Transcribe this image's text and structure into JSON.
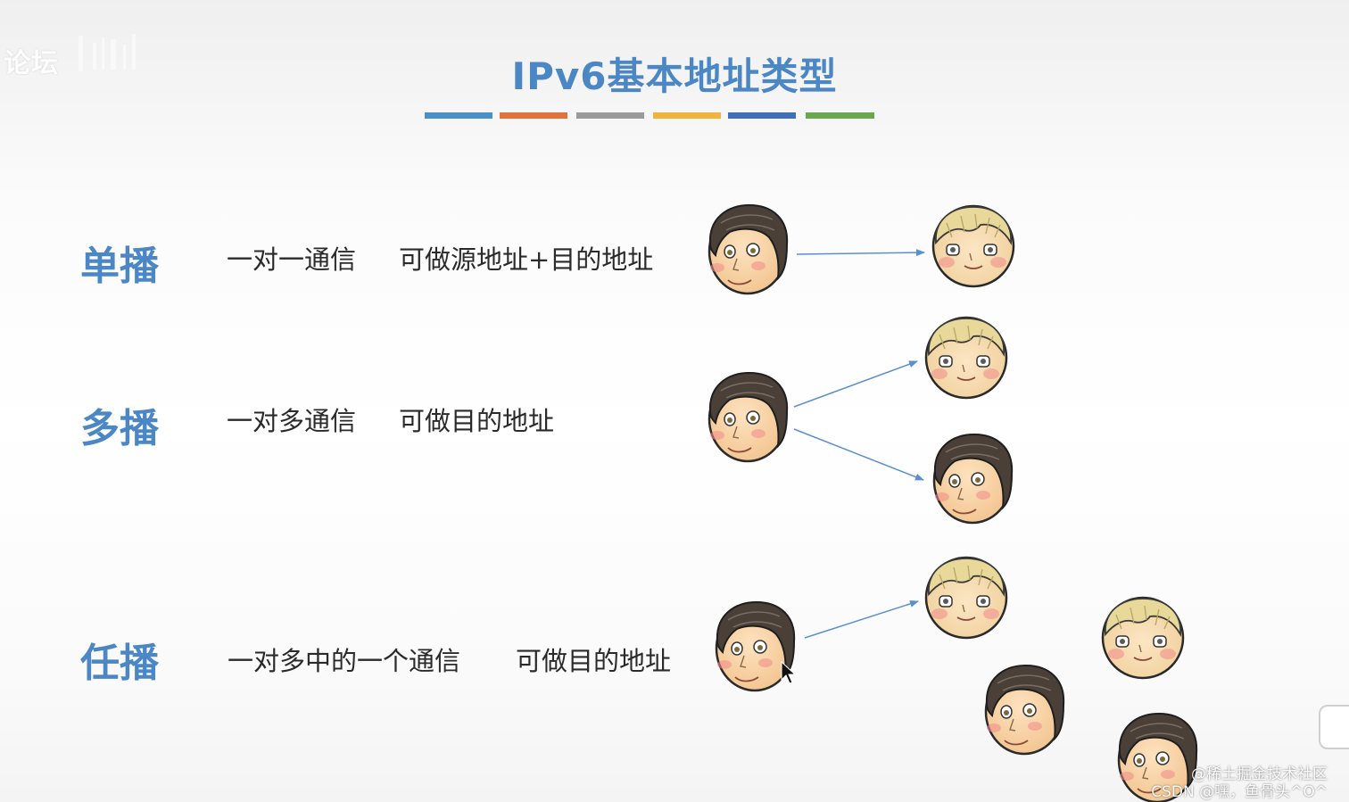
{
  "brand": {
    "text": "论坛"
  },
  "title": "IPv6基本地址类型",
  "title_bar_colors": [
    "#4a90c8",
    "#e0733a",
    "#9a9a9a",
    "#f0b43a",
    "#3f6fba",
    "#6aa84f"
  ],
  "rows": [
    {
      "kind": "单播",
      "comm": "一对一通信",
      "usage": "可做源地址+目的地址"
    },
    {
      "kind": "多播",
      "comm": "一对多通信",
      "usage": "可做目的地址"
    },
    {
      "kind": "任播",
      "comm": "一对多中的一个通信",
      "usage": "可做目的地址"
    }
  ],
  "colors": {
    "accent": "#4a87c4",
    "arrow": "#5b8fd0"
  },
  "watermark": {
    "line1": "@稀土掘金技术社区",
    "line2": "CSDN @嘿，鱼骨头^O^"
  }
}
